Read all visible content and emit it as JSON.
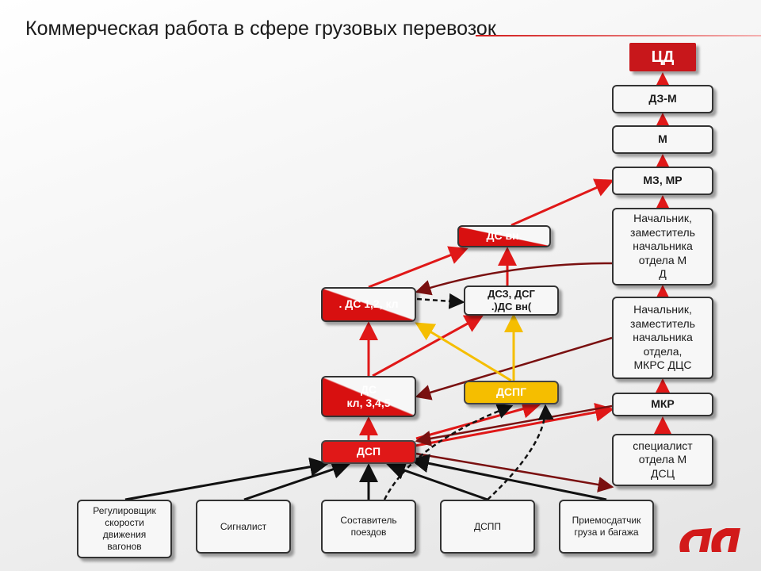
{
  "title": "Коммерческая работа в сфере грузовых перевозок",
  "right_column": {
    "cd": "ЦД",
    "dz_m": "ДЗ-М",
    "m": "М",
    "mz_mr": "МЗ, МР",
    "head_md": "Начальник,\nзаместитель\nначальника\nотдела М\nД",
    "head_mkrs": "Начальник,\nзаместитель\nначальника\nотдела,\nМКРС ДЦС",
    "mkr": "МКР",
    "specialist": "специалист\nотдела М\nДСЦ"
  },
  "middle": {
    "ds_vn": "ДС вн.",
    "ds_12": ". ДС 1,2, кл",
    "dsz_dsg": "ДСЗ, ДСГ\n.)ДС вн(",
    "ds_345": "ДС\nкл, 3,4,5",
    "dspg": "ДСПГ",
    "dsp": "ДСП"
  },
  "bottom_row": {
    "regulator": "Регулировщик\nскорости\nдвижения\nвагонов",
    "signalist": "Сигналист",
    "sostavitel": "Составитель\nпоездов",
    "dspp": "ДСПП",
    "priemosdatchik": "Приемосдатчик\nгруза и багажа"
  },
  "colors": {
    "accent_red": "#e01818",
    "dark_red": "#7a1010",
    "yellow": "#f5be00"
  },
  "logo_icon": "rzd-logo-icon"
}
